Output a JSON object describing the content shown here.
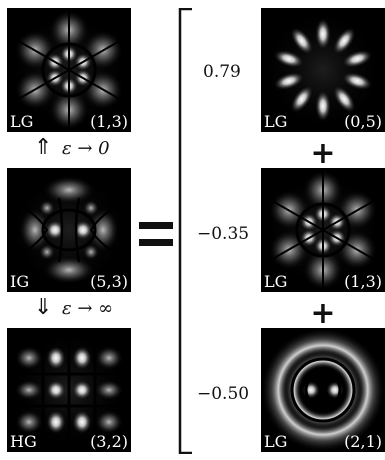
{
  "left_panels": [
    {
      "family": "LG",
      "indices": "(1,3)"
    },
    {
      "family": "IG",
      "indices": "(5,3)"
    },
    {
      "family": "HG",
      "indices": "(3,2)"
    }
  ],
  "limits": {
    "top": "ε → 0",
    "bottom": "ε → ∞"
  },
  "equals_sign": "=",
  "right_terms": [
    {
      "coefficient": "0.79",
      "family": "LG",
      "indices": "(0,5)"
    },
    {
      "coefficient": "−0.35",
      "family": "LG",
      "indices": "(1,3)"
    },
    {
      "coefficient": "−0.50",
      "family": "LG",
      "indices": "(2,1)"
    }
  ],
  "plus_sign": "+",
  "colors": {
    "background": "#ffffff",
    "panel_background": "#000000",
    "beam_intensity": "#ffffff",
    "ink": "#111111"
  }
}
